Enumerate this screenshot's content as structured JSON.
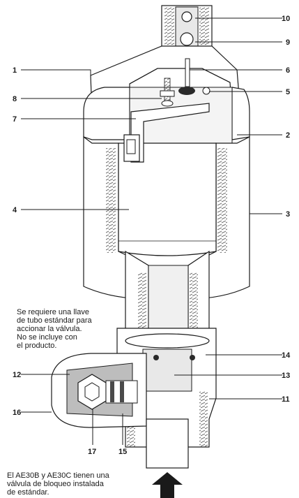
{
  "callouts": [
    "1",
    "2",
    "3",
    "4",
    "5",
    "6",
    "7",
    "8",
    "9",
    "10",
    "11",
    "12",
    "13",
    "14",
    "15",
    "16",
    "17"
  ],
  "notes": {
    "wrench": "Se requiere una llave\nde tubo estándar para\naccionar la válvula.\nNo se incluye con\nel producto.",
    "lock": "El AE30B y AE30C tienen una\nválvula de bloqueo instalada\nde estándar."
  },
  "icons": {
    "flow_arrow": "flow-direction-arrow-icon"
  },
  "colors": {
    "line": "#1a1a1a",
    "fill": "#ffffff",
    "cutaway": "#bdbdbd",
    "shade": "#e8e8e8",
    "dark": "#4a4a4a"
  }
}
